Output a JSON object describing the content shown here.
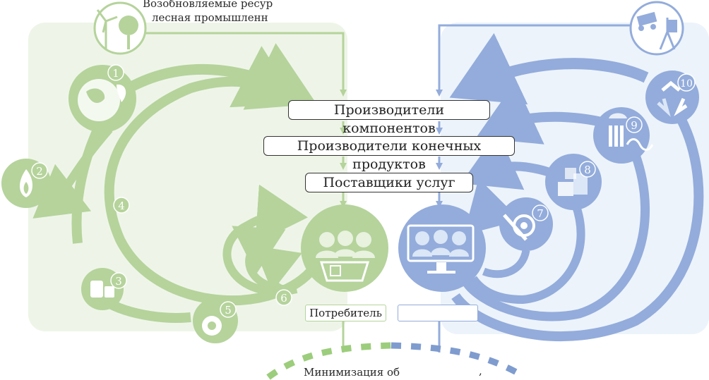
{
  "labels": {
    "renewable_top": "Возобновляемые ресур",
    "renewable_bottom": "лесная промышленн",
    "minimization": "Минимизация об",
    "minimization_suffix": ","
  },
  "boxes": {
    "component_producers": "Производители компонентов",
    "end_producers": "Производители конечных продуктов",
    "service_providers": "Поставщики услуг",
    "consumer": "Потребитель",
    "user": " "
  },
  "left_loops": [
    "1",
    "2",
    "3",
    "4",
    "5",
    "6"
  ],
  "right_loops": [
    "7",
    "8",
    "9",
    "10"
  ],
  "colors": {
    "green": "#b5d39b",
    "green_bg": "#eef5e8",
    "blue": "#93acdb",
    "blue_bg": "#ecf3fb",
    "dash_green": "#9ccd7c",
    "dash_blue": "#7f9ccf"
  },
  "icons": [
    "windmill-tree-icon",
    "globe-leaf-icon",
    "fire-icon",
    "recycle-bin-icon",
    "gear-icon",
    "consumers-basket-icon",
    "users-monitor-icon",
    "wrench-gear-icon",
    "boxes-icon",
    "factory-icon",
    "recycle-icon",
    "mining-truck-icon"
  ]
}
